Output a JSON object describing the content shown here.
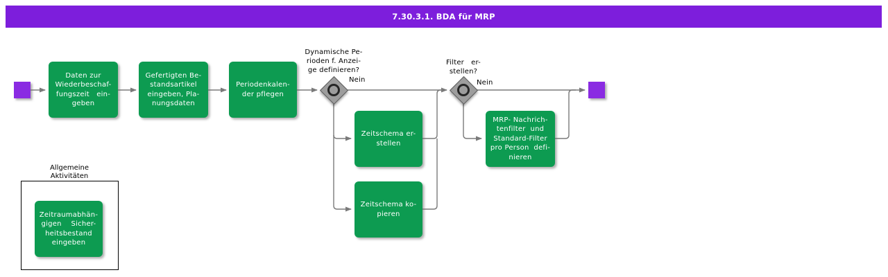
{
  "title_bar": {
    "text": "7.30.3.1. BDA für MRP"
  },
  "flow": {
    "activities": [
      {
        "label": "Daten zur\nWiederbeschaf-\nfungszeit   ein-\ngeben"
      },
      {
        "label": "Gefertigten Be-\nstandsartikel\neingeben, Pla-\nnungsdaten"
      },
      {
        "label": "Periodenkalen-\nder pflegen"
      },
      {
        "label": "Zeitschema er-\nstellen"
      },
      {
        "label": "Zeitschema ko-\npieren"
      },
      {
        "label": "MRP- Nachrich-\ntenfilter  und\nStandard-Filter\npro Person  defi-\nnieren"
      }
    ],
    "gateways": [
      {
        "question": "Dynamische Pe-\nrioden f. Anzei-\nge definieren?",
        "branch_label": "Nein"
      },
      {
        "question": "Filter   er-\nstellen?",
        "branch_label": "Nein"
      }
    ]
  },
  "group": {
    "label": "Allgemeine\nAktivitäten",
    "activities": [
      {
        "label": "Zeitraumabhän-\ngigen    Sicher-\nheitsbestand\neingeben"
      }
    ]
  },
  "colors": {
    "title_purple": "#7D1EDC",
    "event_purple": "#8A2BE2",
    "activity_green": "#0D9B51",
    "gateway_gray": "#9D9D9D",
    "connector_gray": "#7A7A7A"
  }
}
